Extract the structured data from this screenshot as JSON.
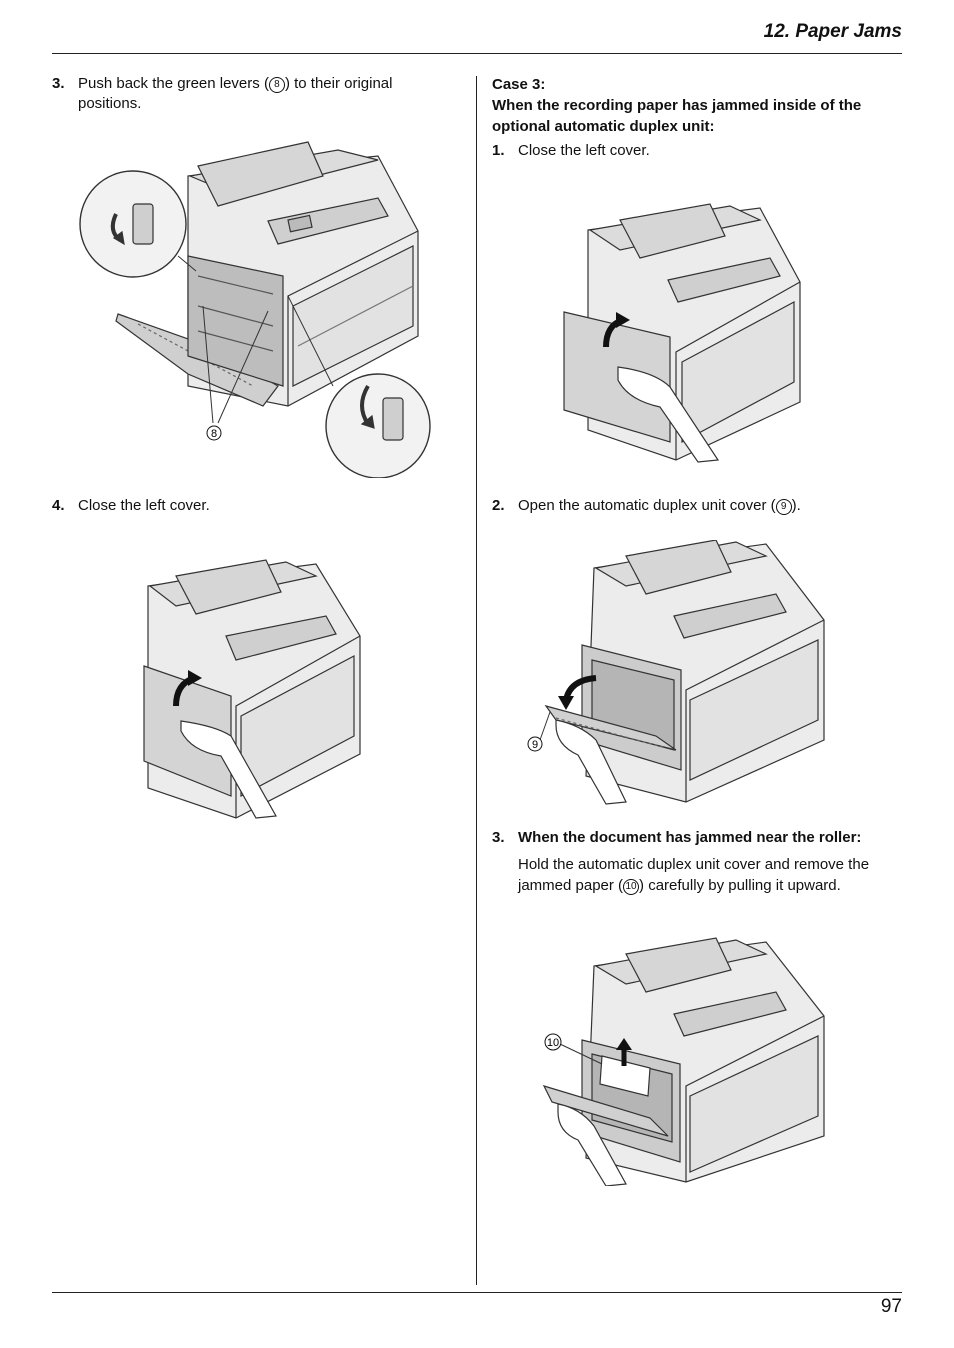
{
  "header": {
    "section_title": "12. Paper Jams"
  },
  "left": {
    "step3": {
      "number": "3.",
      "text_before": "Push back the green levers (",
      "callout": "8",
      "text_after": ") to their original positions."
    },
    "step4": {
      "number": "4.",
      "text": "Close the left cover."
    },
    "figure1": {
      "callout": "8"
    }
  },
  "right": {
    "case_title": "Case 3:",
    "case_subtitle": "When the recording paper has jammed inside of the optional automatic duplex unit:",
    "step1": {
      "number": "1.",
      "text": "Close the left cover."
    },
    "step2": {
      "number": "2.",
      "text_before": "Open the automatic duplex unit cover (",
      "callout": "9",
      "text_after": ")."
    },
    "step3": {
      "number": "3.",
      "heading": "When the document has jammed near the roller:",
      "text_before": "Hold the automatic duplex unit cover and remove the jammed paper (",
      "callout": "10",
      "text_after": ") carefully by pulling it upward."
    },
    "figure2": {
      "callout": "9"
    },
    "figure3": {
      "callout": "10"
    }
  },
  "footer": {
    "page_number": "97"
  }
}
